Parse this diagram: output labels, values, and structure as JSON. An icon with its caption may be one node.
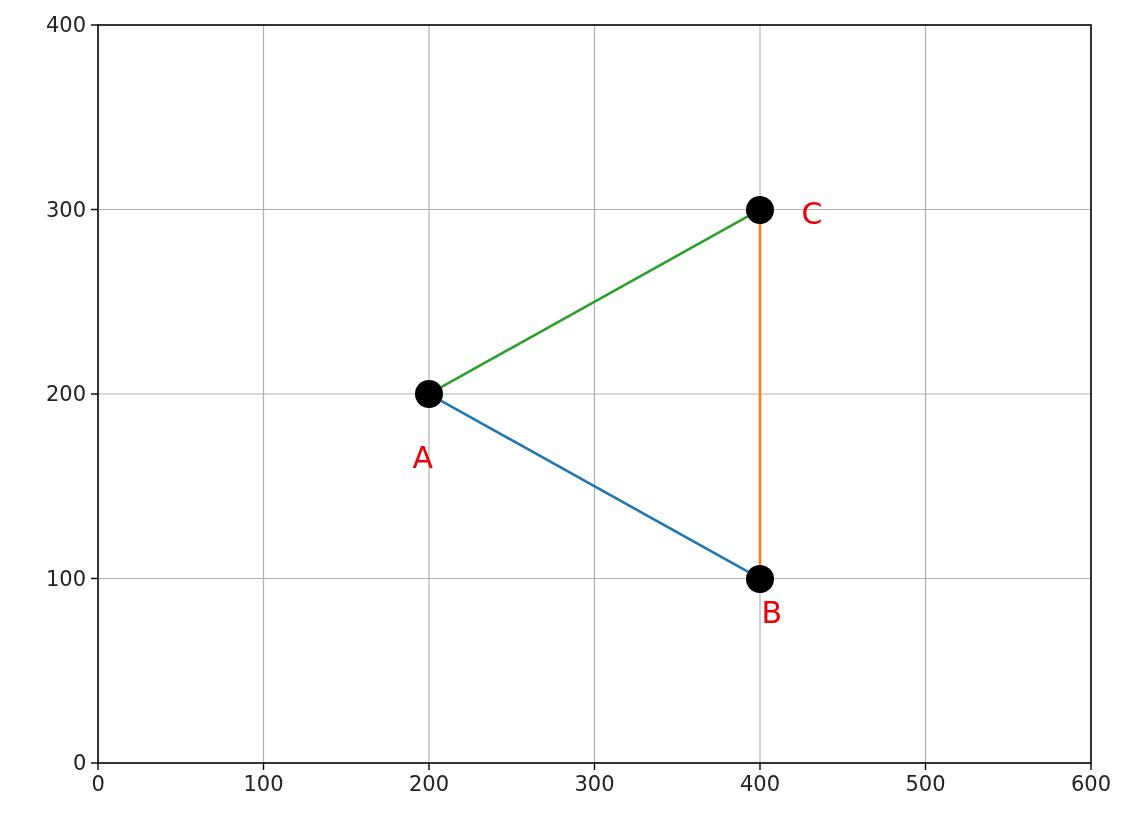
{
  "diagram": {
    "nodes": [
      {
        "text": [],
        "shape": "circle",
        "beside": [
          "A"
        ]
      },
      {
        "text": [],
        "shape": "circle",
        "beside": [
          "B"
        ]
      },
      {
        "text": [],
        "shape": "circle",
        "beside": [
          "C"
        ]
      }
    ],
    "edges": [
      {
        "from": 0,
        "to": 1,
        "arrow": "none",
        "color": "#1f77b4"
      },
      {
        "from": 1,
        "to": 2,
        "arrow": "none",
        "color": "#ff7f0e"
      },
      {
        "from": 0,
        "to": 2,
        "arrow": "none",
        "color": "#2ca02c"
      }
    ],
    "labels": [
      "400",
      "300",
      "200",
      "100",
      "0",
      "0",
      "100",
      "200",
      "300",
      "400",
      "500",
      "600"
    ]
  }
}
